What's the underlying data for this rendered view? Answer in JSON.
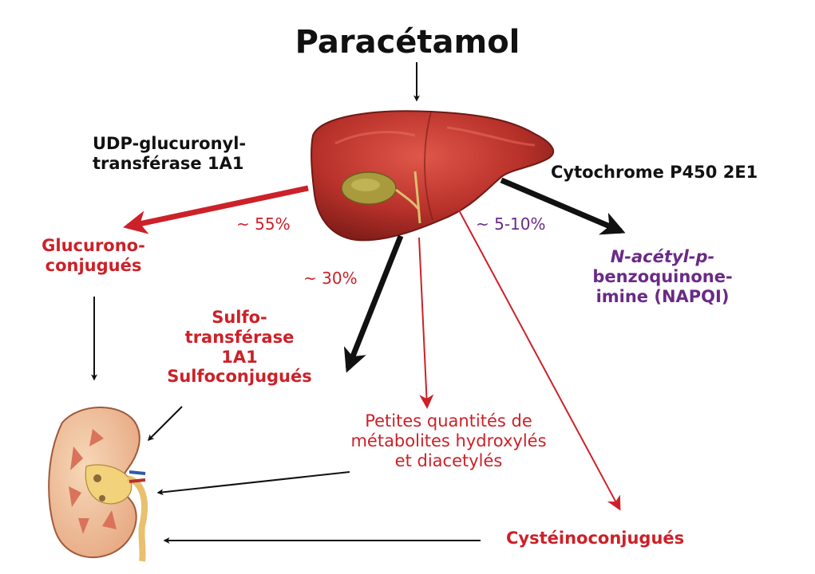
{
  "title": "Paracétamol",
  "enzymes": {
    "ugt_line1": "UDP-glucuronyl-",
    "ugt_line2": "transférase 1A1",
    "cyp": "Cytochrome P450 2E1",
    "sult_line1": "Sulfo-",
    "sult_line2": "transférase",
    "sult_line3": "1A1"
  },
  "percentages": {
    "glucuro": "~ 55%",
    "sulfo": "~ 30%",
    "cyp": "~ 5-10%"
  },
  "products": {
    "glucuro_line1": "Glucurono-",
    "glucuro_line2": "conjugués",
    "sulfo": "Sulfoconjugués",
    "napqi_line1": "N-acétyl-p-",
    "napqi_line2": "benzoquinone-",
    "napqi_line3": "imine (NAPQI)",
    "minor_line1": "Petites quantités de",
    "minor_line2": "métabolites hydroxylés",
    "minor_line3": "et diacetylés",
    "cysteine": "Cystéinoconjugués"
  },
  "images": {
    "liver": "liver-illustration",
    "kidney": "kidney-illustration"
  },
  "colors": {
    "red": "#cc2128",
    "black": "#111111",
    "purple": "#6a2a86",
    "liver": "#b8312a"
  }
}
